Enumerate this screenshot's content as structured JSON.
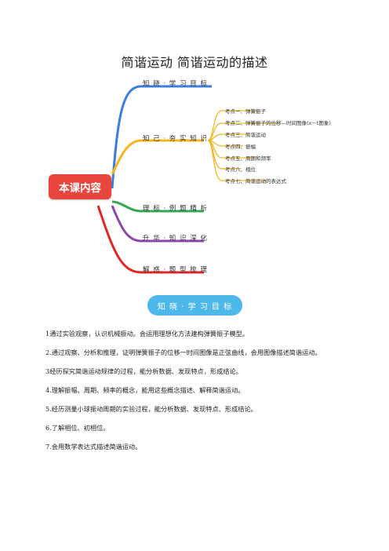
{
  "title": "简谐运动  简谐运动的描述",
  "mindmap": {
    "root": "本课内容",
    "branches": [
      {
        "label": "知 晓 · 学 习 目 标",
        "color": "#3b7de0"
      },
      {
        "label": "知 己 · 夯 实 知 识",
        "color": "#f2b61c"
      },
      {
        "label": "理 标 · 例 题 精 析",
        "color": "#34a853"
      },
      {
        "label": "升 华 · 知 识 深 化",
        "color": "#8e44ad"
      },
      {
        "label": "解 惑 · 题 型 梳 理",
        "color": "#e02626"
      }
    ],
    "subitems": [
      "考点一、弹簧振子",
      "考点二、弹簧振子的位移—时间图像(x－t图象)",
      "考点三、简谐运动",
      "考点四、振幅",
      "考点五、周期和频率",
      "考点六、相位",
      "考点七、简谐运动的表达式"
    ]
  },
  "goal_pill": "知 晓 · 学 习 目 标",
  "goals": [
    "1通过实验观察，认识机械振动。会运用理想化方法建构弹簧振子模型。",
    "2.通过观察、分析和推理，证明弹簧振子的位移一时间图像是正弦曲线，会用图像描述简谐运动。",
    "3经历探究简谐运动规律的过程，能分析数据、发现特点，形成结论。",
    "4.理解振幅、周期、频率的概念，能用这些概念描述、解释简谐运动。",
    "5.经历测量小球振动周期的实验过程，能分析数据、发现特点、形成结论。",
    "6.了解相位、初相位。",
    "7.会用数学表达式描述简谐运动。"
  ]
}
